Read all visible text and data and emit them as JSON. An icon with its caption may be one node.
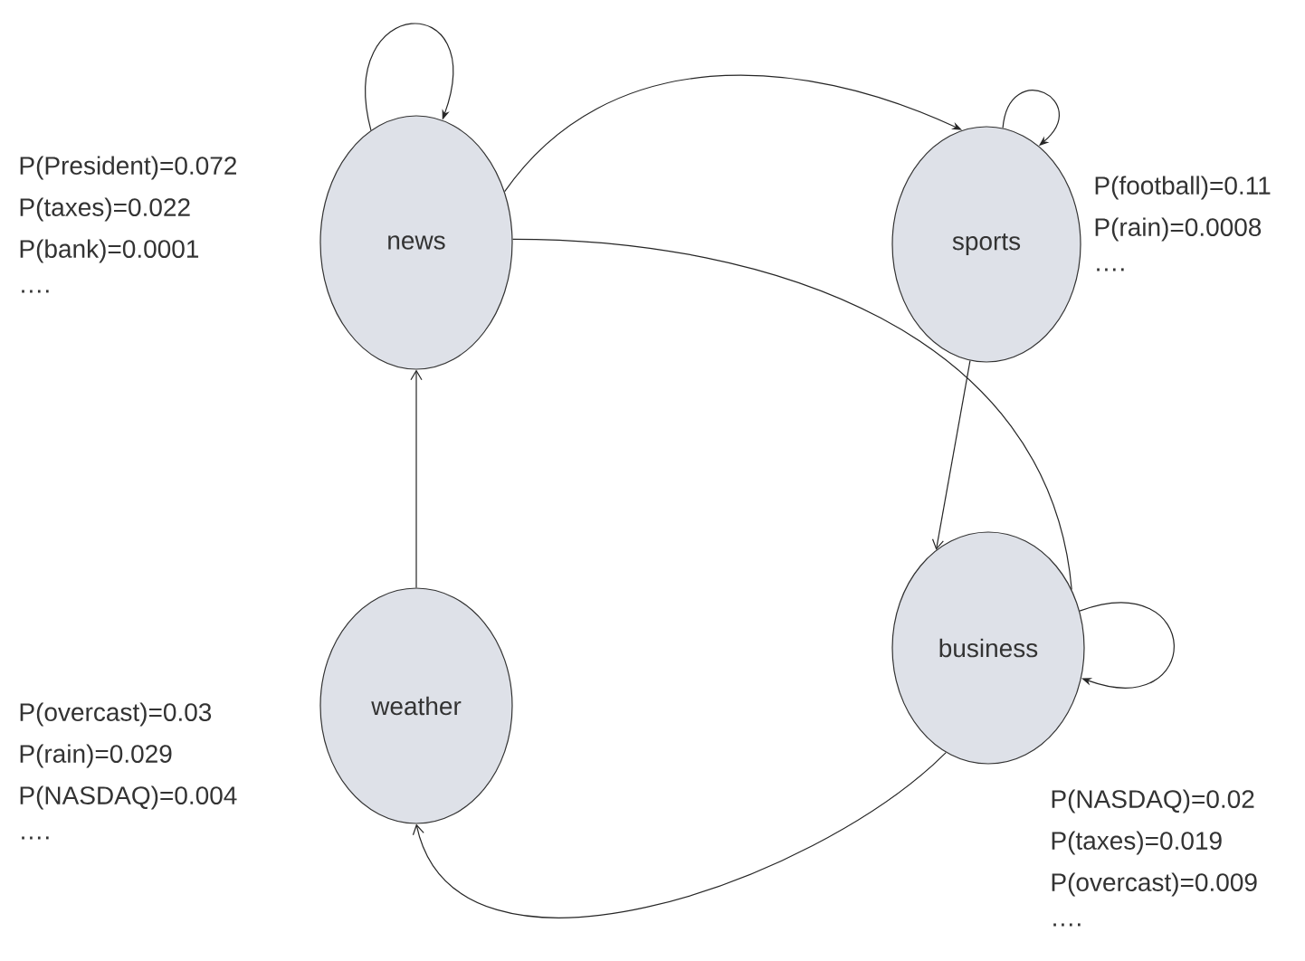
{
  "diagram": {
    "nodes": [
      {
        "text": [
          "news"
        ],
        "beside": [
          "P(President)=0.072",
          "P(taxes)=0.022",
          "P(bank)=0.0001",
          "…."
        ]
      },
      {
        "text": [
          "sports"
        ],
        "beside": [
          "P(football)=0.11",
          "P(rain)=0.0008",
          "…."
        ]
      },
      {
        "text": [
          "business"
        ],
        "beside": [
          "P(NASDAQ)=0.02",
          "P(taxes)=0.019",
          "P(overcast)=0.009",
          "…."
        ]
      },
      {
        "text": [
          "weather"
        ],
        "beside": [
          "P(overcast)=0.03",
          "P(rain)=0.029",
          "P(NASDAQ)=0.004",
          "…."
        ]
      }
    ],
    "edges": [
      {
        "from": 0,
        "to": 0,
        "arrow": "to"
      },
      {
        "from": 0,
        "to": 1,
        "arrow": "to"
      },
      {
        "from": 1,
        "to": 1,
        "arrow": "to"
      },
      {
        "from": 1,
        "to": 2,
        "arrow": "to"
      },
      {
        "from": 0,
        "to": 2,
        "arrow": "none"
      },
      {
        "from": 2,
        "to": 2,
        "arrow": "to"
      },
      {
        "from": 2,
        "to": 3,
        "arrow": "to"
      },
      {
        "from": 3,
        "to": 0,
        "arrow": "to"
      }
    ]
  }
}
